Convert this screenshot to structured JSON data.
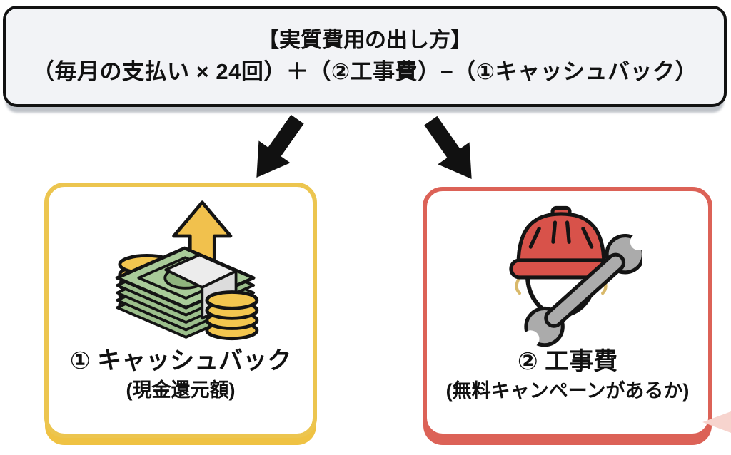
{
  "formula_box": {
    "title": "【実質費用の出し方】",
    "formula": "（毎月の支払い × 24回）＋（②工事費）−（①キャッシュバック）",
    "background": "#F2F3F6",
    "border_color": "#121212",
    "shadow_color": "#BFC3C9"
  },
  "arrows": {
    "color": "#111111",
    "left_direction": "down-left",
    "right_direction": "down-right"
  },
  "cards": [
    {
      "id": "cashback",
      "title": "① キャッシュバック",
      "subtitle": "(現金還元額)",
      "icon": "cashback-money-icon",
      "border_color": "#ECC54F"
    },
    {
      "id": "construction",
      "title": "② 工事費",
      "subtitle": "(無料キャンペーンがあるか)",
      "icon": "worker-wrench-icon",
      "border_color": "#DC6257"
    }
  ],
  "icon_colors": {
    "coin_gold": "#F3C64F",
    "arrow_gold": "#F1C14D",
    "bill_green_top": "#A9CB99",
    "bill_green_side": "#9CBF8C",
    "bill_oval_green": "#8FB47E",
    "band_gray": "#ECECEC",
    "helmet_red": "#D8524A",
    "wrench_gray": "#ABABAB",
    "outline_black": "#141414",
    "strap_yellow": "#D9B96A"
  },
  "corner_artifact_color": "#F7D4CE"
}
